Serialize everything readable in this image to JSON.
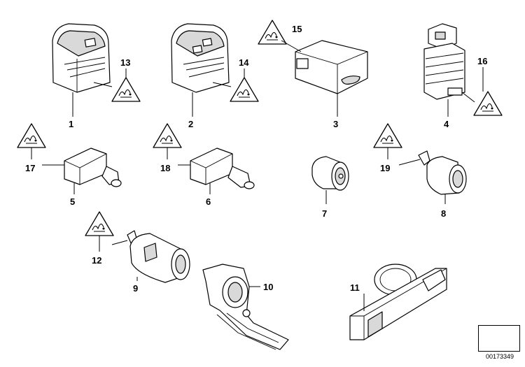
{
  "parts": [
    {
      "id": "p1",
      "number": "1"
    },
    {
      "id": "p2",
      "number": "2"
    },
    {
      "id": "p3",
      "number": "3"
    },
    {
      "id": "p4",
      "number": "4"
    },
    {
      "id": "p5",
      "number": "5"
    },
    {
      "id": "p6",
      "number": "6"
    },
    {
      "id": "p7",
      "number": "7"
    },
    {
      "id": "p8",
      "number": "8"
    },
    {
      "id": "p9",
      "number": "9"
    },
    {
      "id": "p10",
      "number": "10"
    },
    {
      "id": "p11",
      "number": "11"
    },
    {
      "id": "p12",
      "number": "12"
    },
    {
      "id": "p13",
      "number": "13"
    },
    {
      "id": "p14",
      "number": "14"
    },
    {
      "id": "p15",
      "number": "15"
    },
    {
      "id": "p16",
      "number": "16"
    },
    {
      "id": "p17",
      "number": "17"
    },
    {
      "id": "p18",
      "number": "18"
    },
    {
      "id": "p19",
      "number": "19"
    }
  ],
  "reference_number": "00173349",
  "icons": {
    "warning": "electrostatic-warning-icon",
    "reference": "arrow-reference-icon"
  }
}
